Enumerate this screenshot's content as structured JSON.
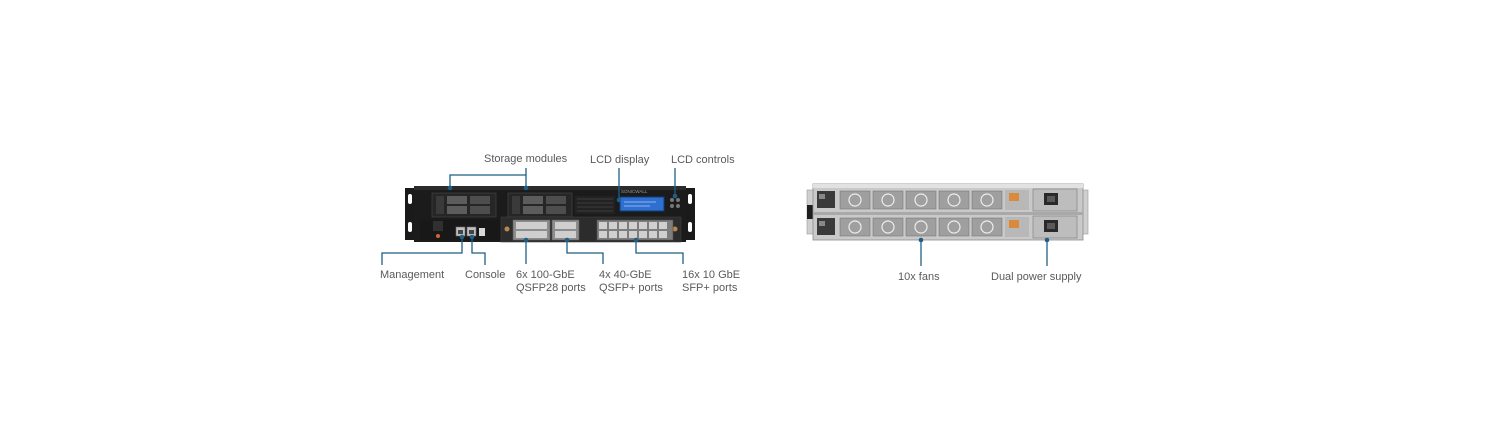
{
  "front": {
    "labels": {
      "storage": "Storage modules",
      "lcd_display": "LCD display",
      "lcd_controls": "LCD controls",
      "management": "Management",
      "console": "Console",
      "qsfp28_line1": "6x 100-GbE",
      "qsfp28_line2": "QSFP28 ports",
      "qsfpplus_line1": "4x 40-GbE",
      "qsfpplus_line2": "QSFP+ ports",
      "sfpplus_line1": "16x 10 GbE",
      "sfpplus_line2": "SFP+ ports"
    },
    "brand": "SONICWALL"
  },
  "rear": {
    "labels": {
      "fans": "10x fans",
      "power": "Dual power supply"
    }
  },
  "colors": {
    "callout_line": "#1f5f85",
    "callout_dot": "#1f5f85",
    "chassis": "#1b1b1b",
    "rear_chassis": "#c9c9c9",
    "lcd": "#2f6fcf",
    "label_text": "#5a5a5a"
  }
}
